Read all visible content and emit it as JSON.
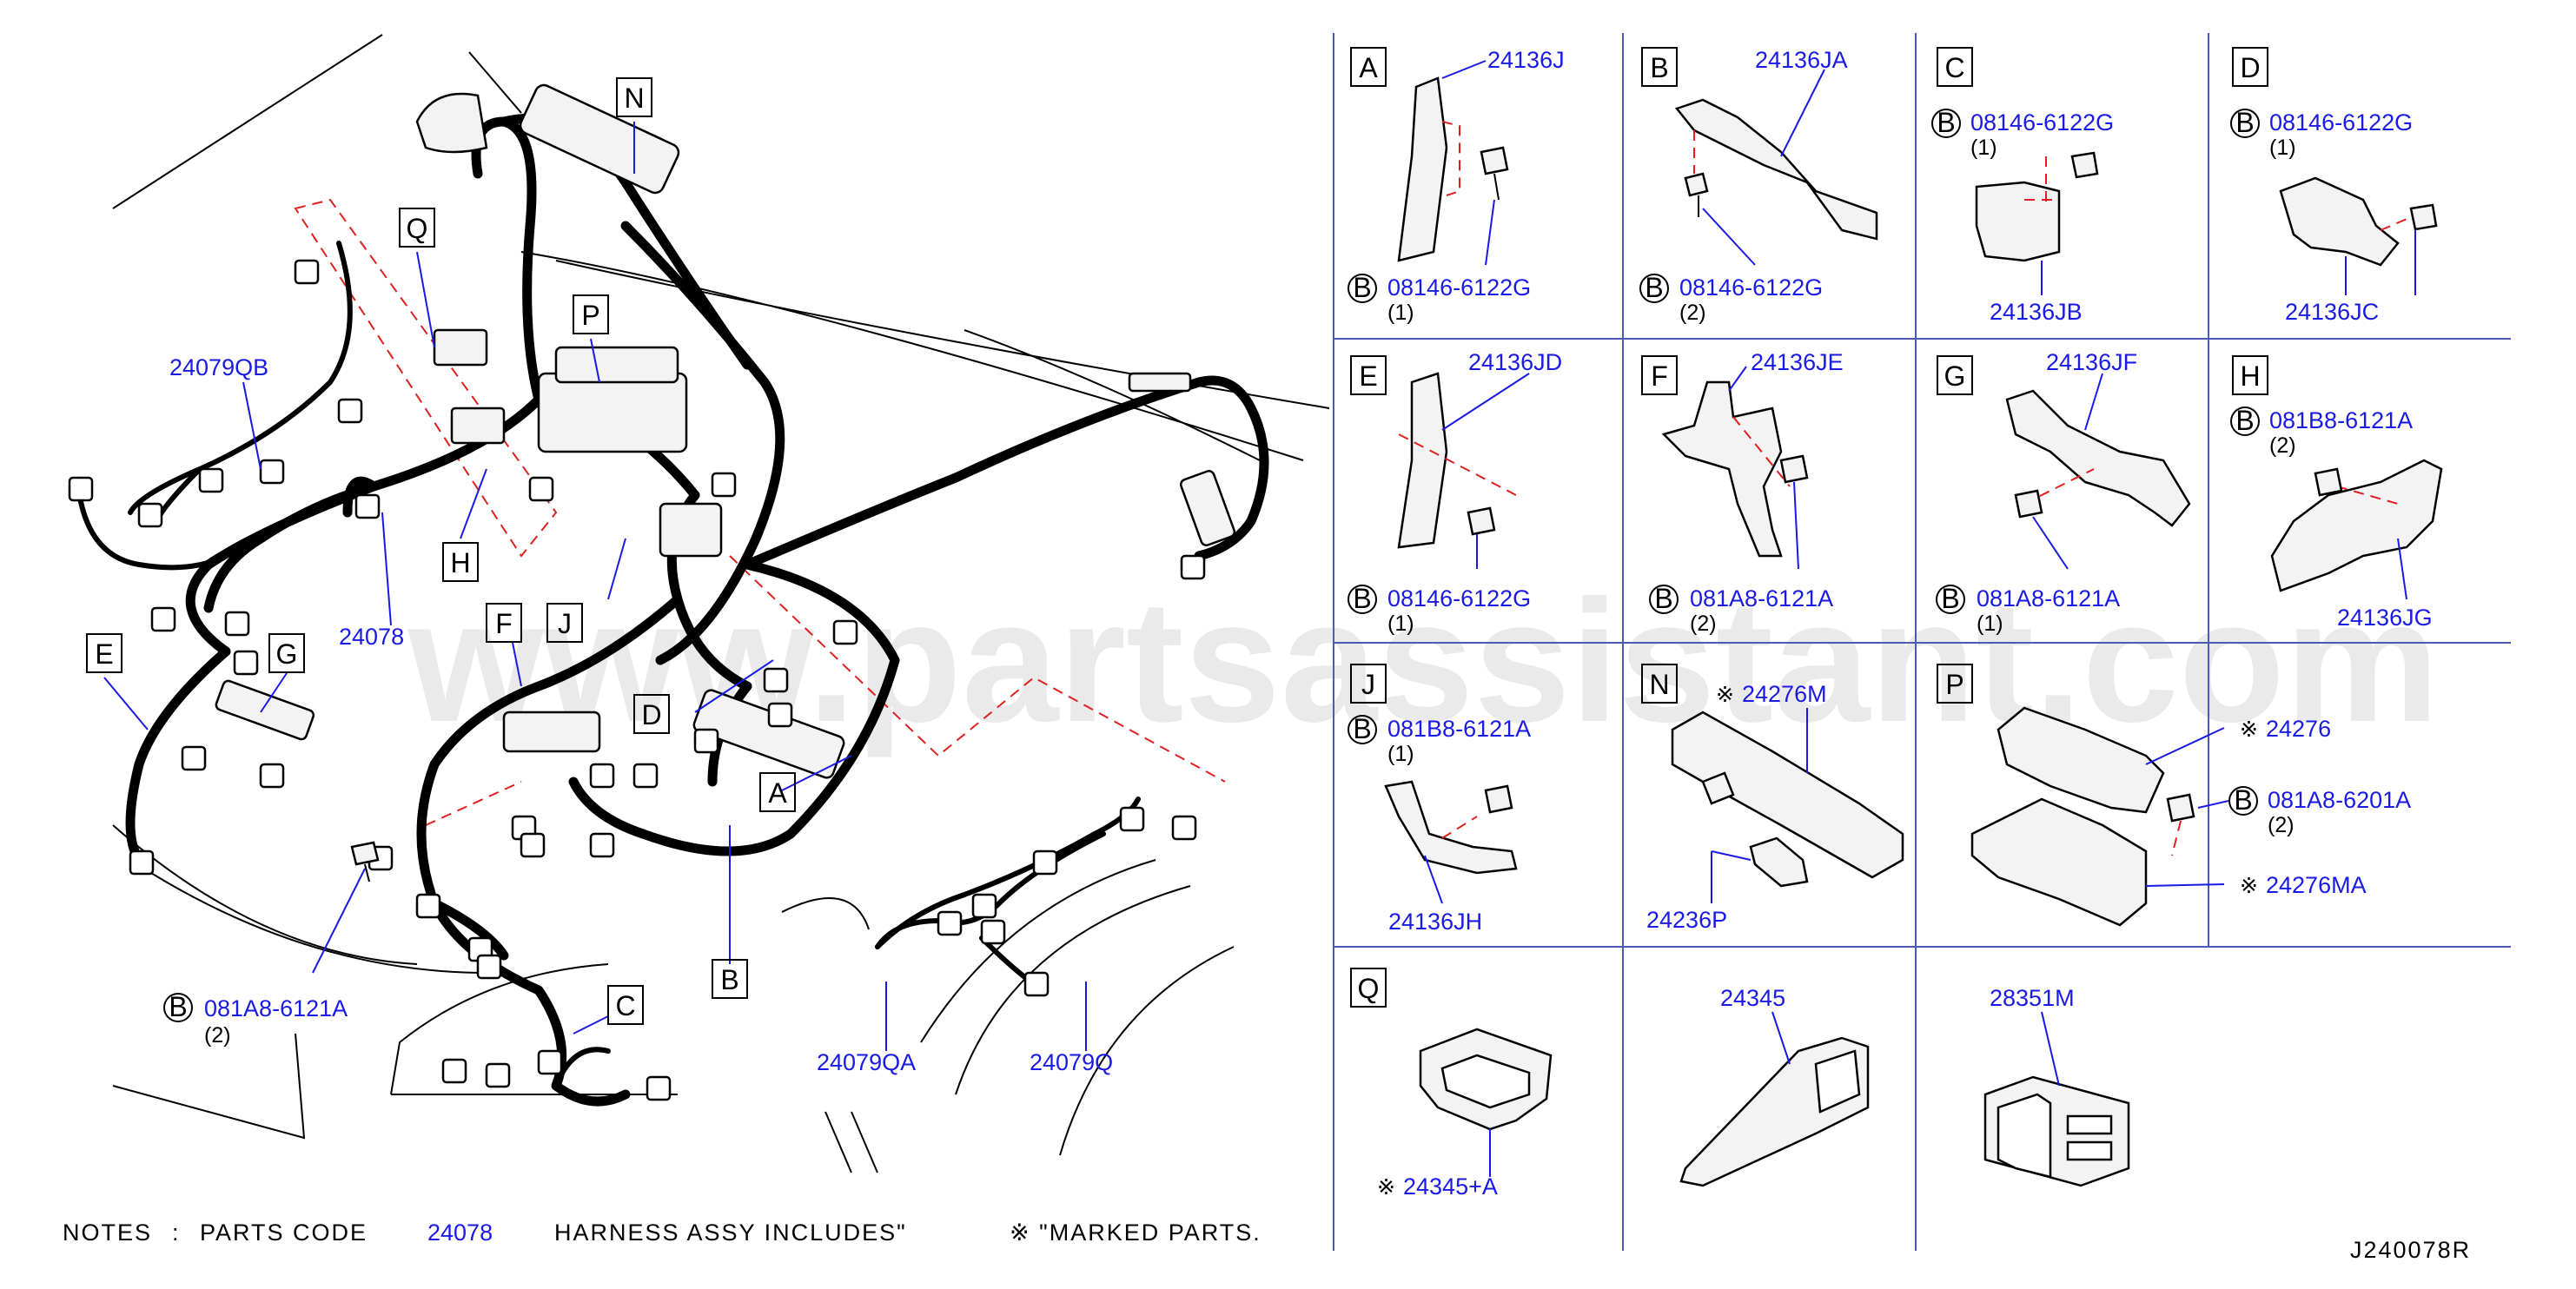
{
  "watermark": "www.partsassistant.com",
  "diagram_code": "J240078R",
  "notes": {
    "label": "NOTES",
    "colon": ":",
    "parts_code_label": "PARTS  CODE",
    "parts_code_value": "24078",
    "includes_label": "HARNESS  ASSY  INCLUDES\"",
    "marked_label": "※ \"MARKED  PARTS."
  },
  "callouts": {
    "N": "N",
    "Q": "Q",
    "P": "P",
    "H": "H",
    "F": "F",
    "J": "J",
    "E": "E",
    "G": "G",
    "D": "D",
    "A": "A",
    "B": "B",
    "C": "C"
  },
  "main_labels": {
    "p24079QB": "24079QB",
    "p24078": "24078",
    "p24079QA": "24079QA",
    "p24079Q": "24079Q",
    "bolt_letter": "B",
    "bolt_part": "081A8-6121A",
    "bolt_qty": "(2)"
  },
  "panels": {
    "A": {
      "letter": "A",
      "bracket": "24136J",
      "bolt_letter": "B",
      "bolt": "08146-6122G",
      "qty": "(1)"
    },
    "B": {
      "letter": "B",
      "bracket": "24136JA",
      "bolt_letter": "B",
      "bolt": "08146-6122G",
      "qty": "(2)"
    },
    "C": {
      "letter": "C",
      "bolt_letter": "B",
      "bolt": "08146-6122G",
      "qty": "(1)",
      "bracket": "24136JB"
    },
    "D": {
      "letter": "D",
      "bolt_letter": "B",
      "bolt": "08146-6122G",
      "qty": "(1)",
      "bracket": "24136JC"
    },
    "E": {
      "letter": "E",
      "bracket": "24136JD",
      "bolt_letter": "B",
      "bolt": "08146-6122G",
      "qty": "(1)"
    },
    "F": {
      "letter": "F",
      "bracket": "24136JE",
      "bolt_letter": "B",
      "bolt": "081A8-6121A",
      "qty": "(2)"
    },
    "G": {
      "letter": "G",
      "bracket": "24136JF",
      "bolt_letter": "B",
      "bolt": "081A8-6121A",
      "qty": "(1)"
    },
    "H": {
      "letter": "H",
      "bolt_letter": "B",
      "bolt": "081B8-6121A",
      "qty": "(2)",
      "bracket": "24136JG"
    },
    "J": {
      "letter": "J",
      "bolt_letter": "B",
      "bolt": "081B8-6121A",
      "qty": "(1)",
      "bracket": "24136JH"
    },
    "N": {
      "letter": "N",
      "mark": "※",
      "part1": "24276M",
      "part2": "24236P"
    },
    "P": {
      "letter": "P",
      "mark1": "※",
      "part1": "24276",
      "bolt_letter": "B",
      "bolt": "081A8-6201A",
      "qty": "(2)",
      "mark2": "※",
      "part2": "24276MA"
    },
    "Q": {
      "letter": "Q",
      "mark": "※",
      "part": "24345+A"
    },
    "cell_24345": {
      "part": "24345"
    },
    "cell_28351M": {
      "part": "28351M"
    }
  }
}
